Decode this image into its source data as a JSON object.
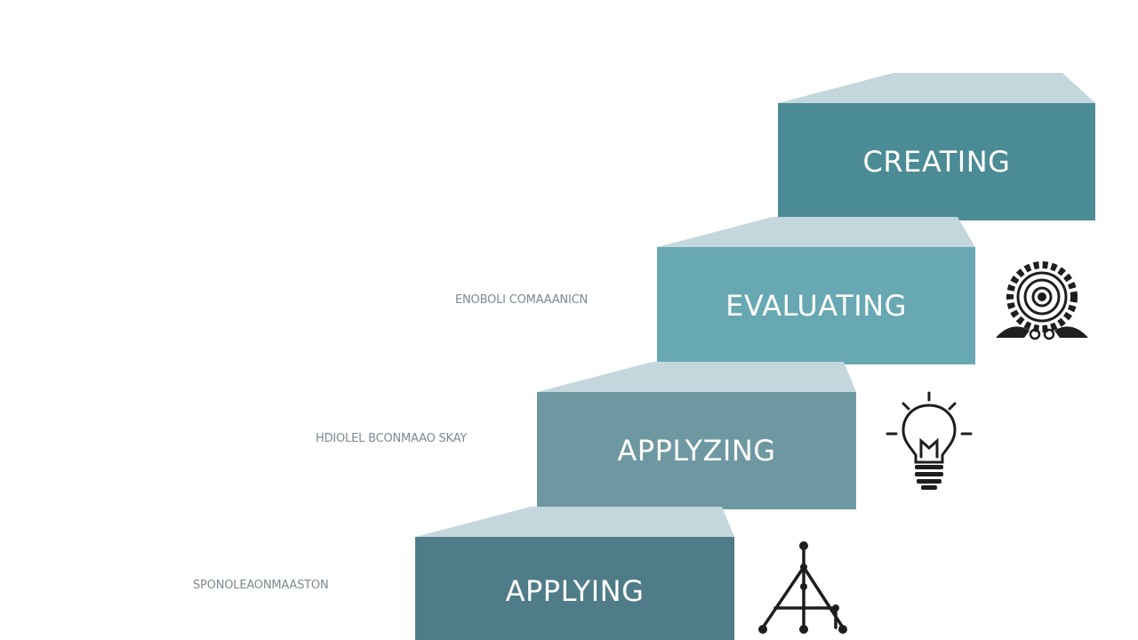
{
  "colors": {
    "step_top": "#c4d7dc",
    "creating": "#4b8b95",
    "evaluating": "#67a8b3",
    "applyzing": "#6e98a1",
    "applying": "#4f7c88",
    "icon": "#1e1e1e",
    "side_label": "#7d8a92"
  },
  "steps": [
    {
      "label": "CREATING"
    },
    {
      "label": "EVALUATING"
    },
    {
      "label": "APPLYZING"
    },
    {
      "label": "APPLYING"
    }
  ],
  "side_labels": [
    "ENOBOLI COMAAANICN",
    "HDIOLEL BCONMAAO SKAY",
    "SPONOLEAONMAASTON"
  ],
  "icons": {
    "evaluating": "gear-target-icon",
    "applyzing": "lightbulb-icon",
    "applying": "easel-network-icon"
  }
}
